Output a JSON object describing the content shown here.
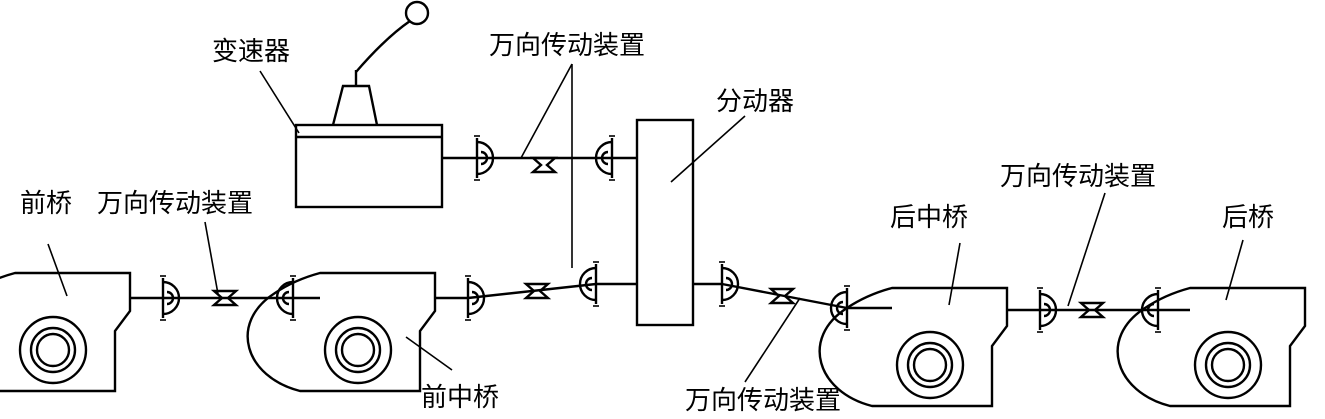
{
  "labels": {
    "gearbox": "变速器",
    "transfer_case": "分动器",
    "front_axle": "前桥",
    "front_middle_axle": "前中桥",
    "rear_middle_axle": "后中桥",
    "rear_axle": "后桥",
    "ujoint_top": "万向传动装置",
    "ujoint_left": "万向传动装置",
    "ujoint_bottom": "万向传动装置",
    "ujoint_right": "万向传动装置"
  },
  "colors": {
    "stroke": "#000000",
    "background": "#ffffff"
  }
}
